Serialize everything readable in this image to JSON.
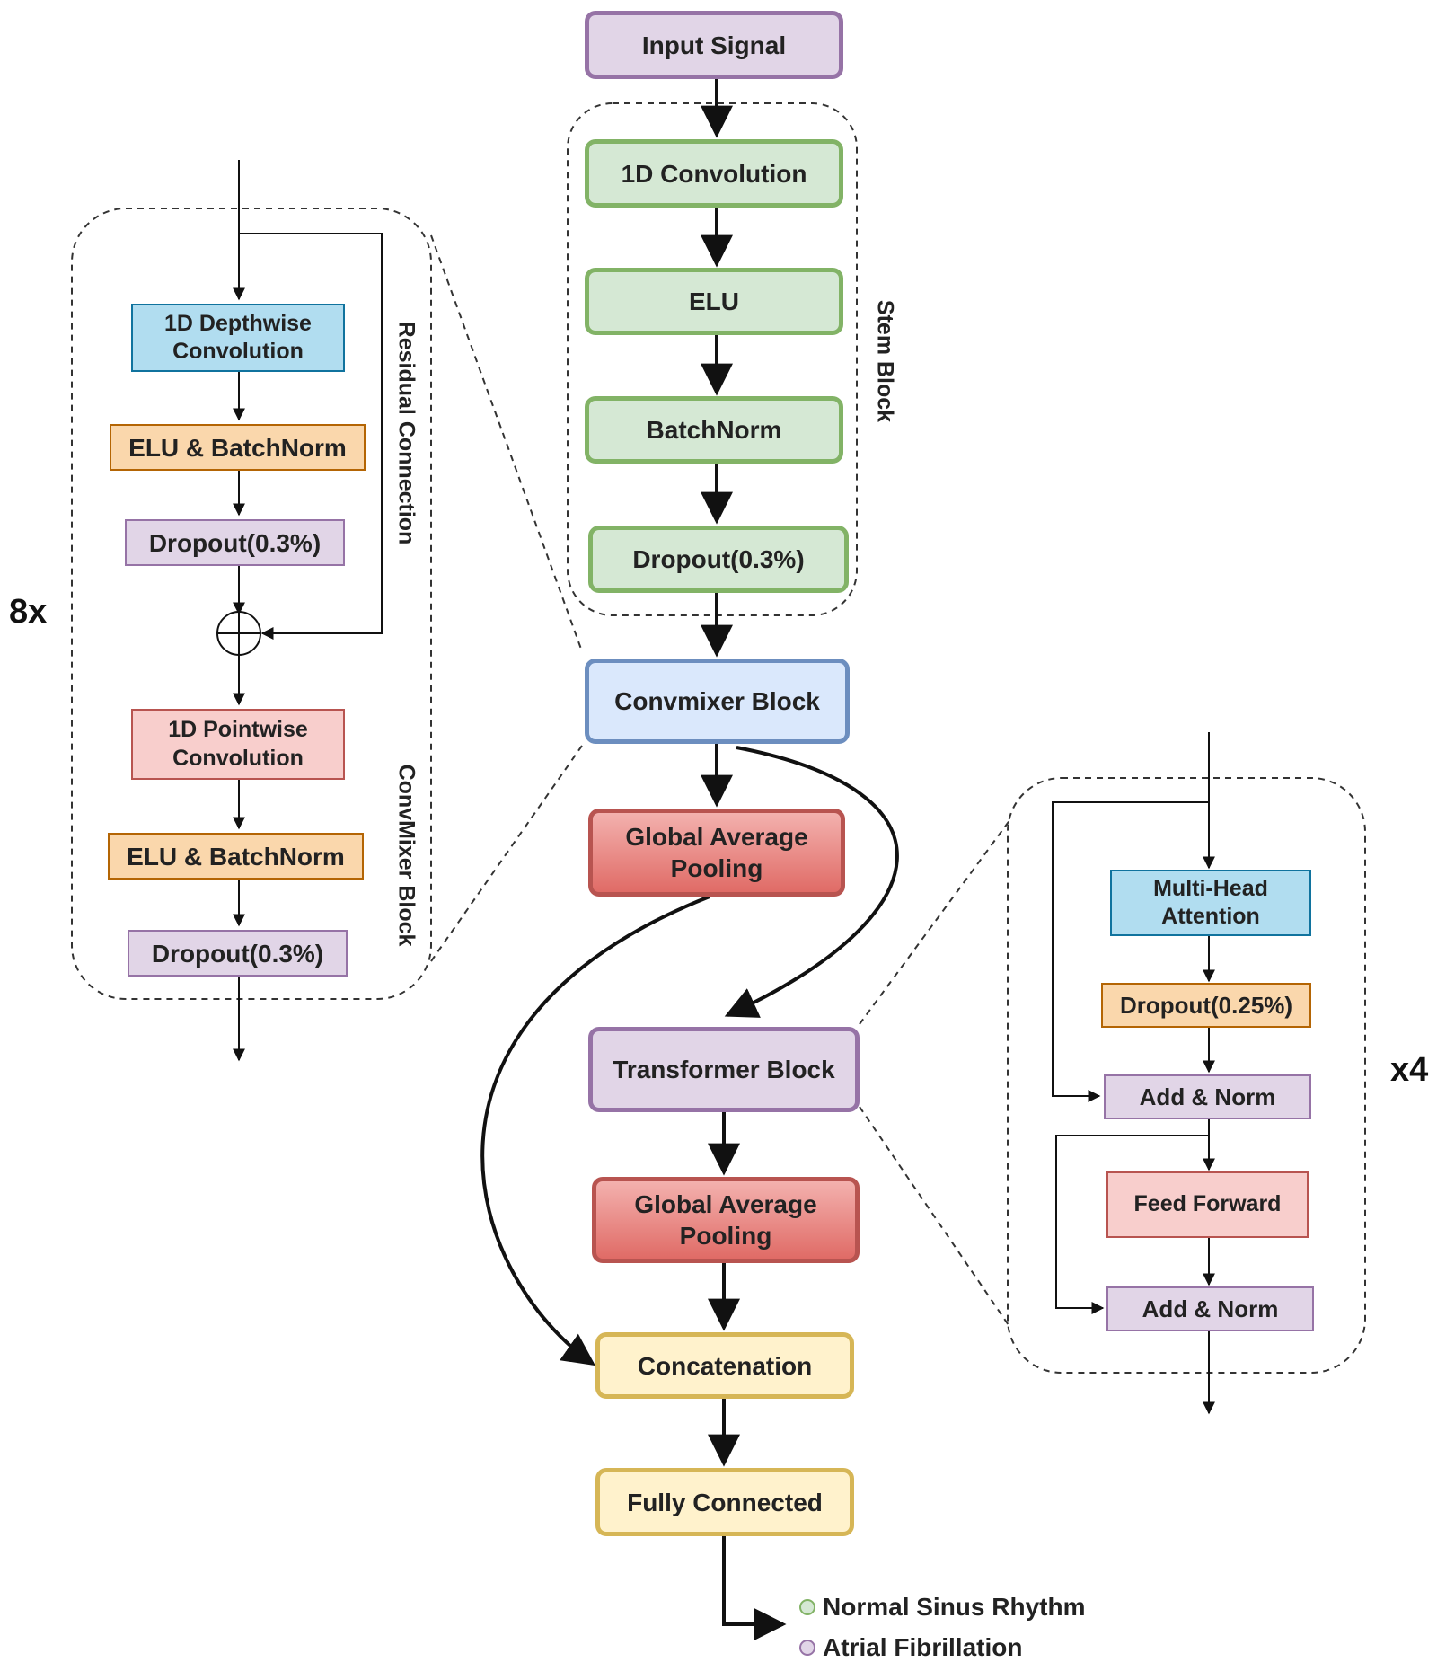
{
  "main": {
    "input": "Input Signal",
    "stem": [
      "1D Convolution",
      "ELU",
      "BatchNorm",
      "Dropout(0.3%)"
    ],
    "stem_label": "Stem Block",
    "convmixer": "Convmixer Block",
    "gap1": "Global Average Pooling",
    "transformer": "Transformer Block",
    "gap2": "Global Average Pooling",
    "concat": "Concatenation",
    "fc": "Fully Connected"
  },
  "convmixer_detail": {
    "depthwise": "1D Depthwise Convolution",
    "elu_bn_1": "ELU & BatchNorm",
    "dropout_1": "Dropout(0.3%)",
    "pointwise": "1D Pointwise Convolution",
    "elu_bn_2": "ELU & BatchNorm",
    "dropout_2": "Dropout(0.3%)",
    "residual_label": "Residual Connection",
    "block_label": "ConvMixer Block",
    "repeat": "8x"
  },
  "transformer_detail": {
    "mha": "Multi-Head Attention",
    "dropout": "Dropout(0.25%)",
    "add_norm_1": "Add & Norm",
    "ff": "Feed Forward",
    "add_norm_2": "Add & Norm",
    "repeat": "x4"
  },
  "outputs": [
    {
      "label": "Normal Sinus Rhythm",
      "color": "#d5e8d4"
    },
    {
      "label": "Atrial Fibrillation",
      "color": "#e1d5e7"
    }
  ]
}
